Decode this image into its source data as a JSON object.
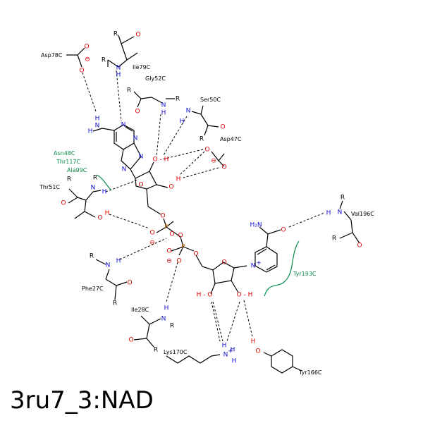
{
  "title": "3ru7_3:NAD",
  "colors": {
    "nitrogen": "#1010d0",
    "oxygen": "#e00000",
    "phosphorus": "#d07000",
    "hydrophobic": "#0a8a4a",
    "bond": "#000000"
  },
  "residues": {
    "asp78": "Asp78C",
    "ile79": "Ile79C",
    "gly52": "Gly52C",
    "ser50": "Ser50C",
    "asp47": "Asp47C",
    "thr51": "Thr51C",
    "asn48": "Asn48C",
    "thr117": "Thr117C",
    "ala99": "Ala99C",
    "val196": "Val196C",
    "tyr193": "Tyr193C",
    "phe27": "Phe27C",
    "ile28": "Ile28C",
    "lys170": "Lys170C",
    "tyr166": "Tyr166C"
  },
  "atoms": {
    "R": "R",
    "O": "O",
    "N": "N",
    "H": "H",
    "P": "P",
    "OH": "O - H",
    "HO": "H - O",
    "nh2": "H₂N",
    "minus": "⊖",
    "plus": "+"
  }
}
